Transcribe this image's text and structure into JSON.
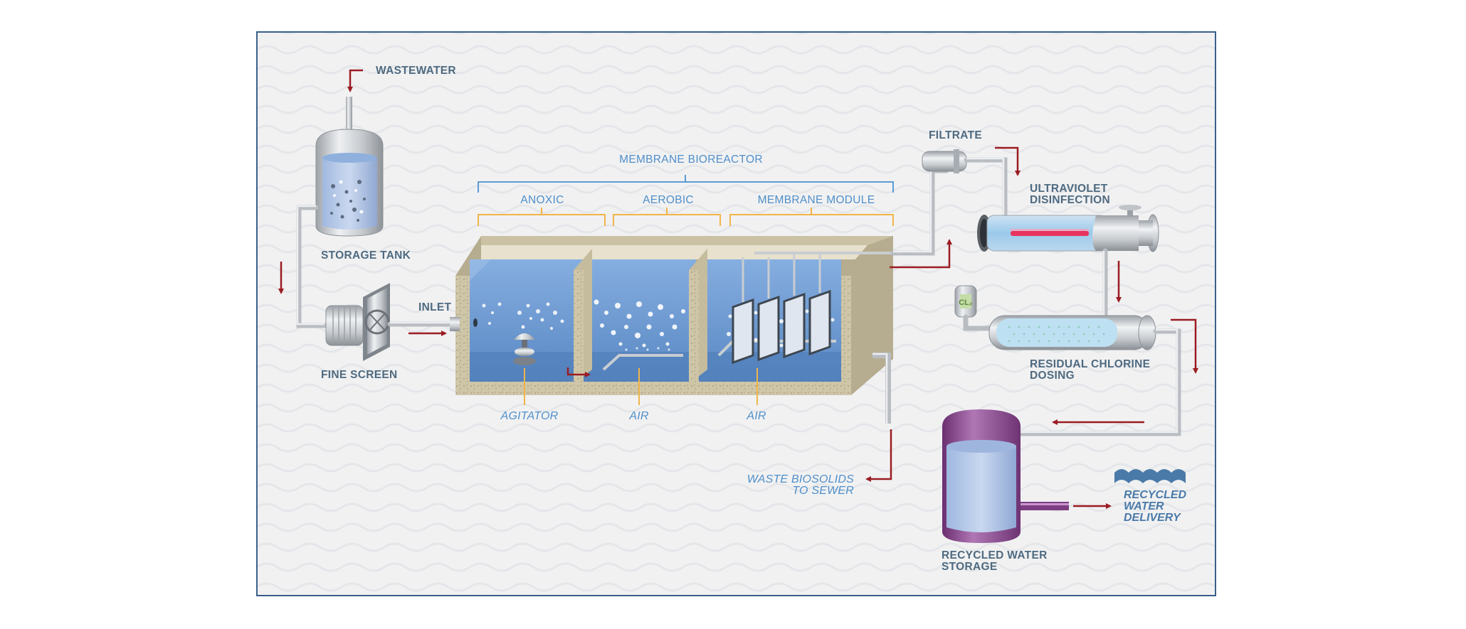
{
  "diagram": {
    "labels": {
      "wastewater": "WASTEWATER",
      "storage_tank": "STORAGE TANK",
      "fine_screen": "FINE SCREEN",
      "inlet": "INLET",
      "membrane_bioreactor": "MEMBRANE BIOREACTOR",
      "anoxic": "ANOXIC",
      "aerobic": "AEROBIC",
      "membrane_module": "MEMBRANE MODULE",
      "agitator": "AGITATOR",
      "air_1": "AIR",
      "air_2": "AIR",
      "filtrate": "FILTRATE",
      "uv_line1": "ULTRAVIOLET",
      "uv_line2": "DISINFECTION",
      "chlorine_line1": "RESIDUAL CHLORINE",
      "chlorine_line2": "DOSING",
      "chlorine_tag": "CL₂",
      "waste_line1": "WASTE BIOSOLIDS",
      "waste_line2": "TO SEWER",
      "storage_line1": "RECYCLED WATER",
      "storage_line2": "STORAGE",
      "delivery_line1": "RECYCLED",
      "delivery_line2": "WATER",
      "delivery_line3": "DELIVERY"
    },
    "colors": {
      "flow_arrow": "#9b1c22",
      "zone_bracket": "#f0b548",
      "section_bracket": "#5b9bd5",
      "water": "#6f9fd6",
      "uv_lamp": "#e8325f",
      "storage_shell": "#8e4b92",
      "frame": "#3a5f8a"
    }
  }
}
